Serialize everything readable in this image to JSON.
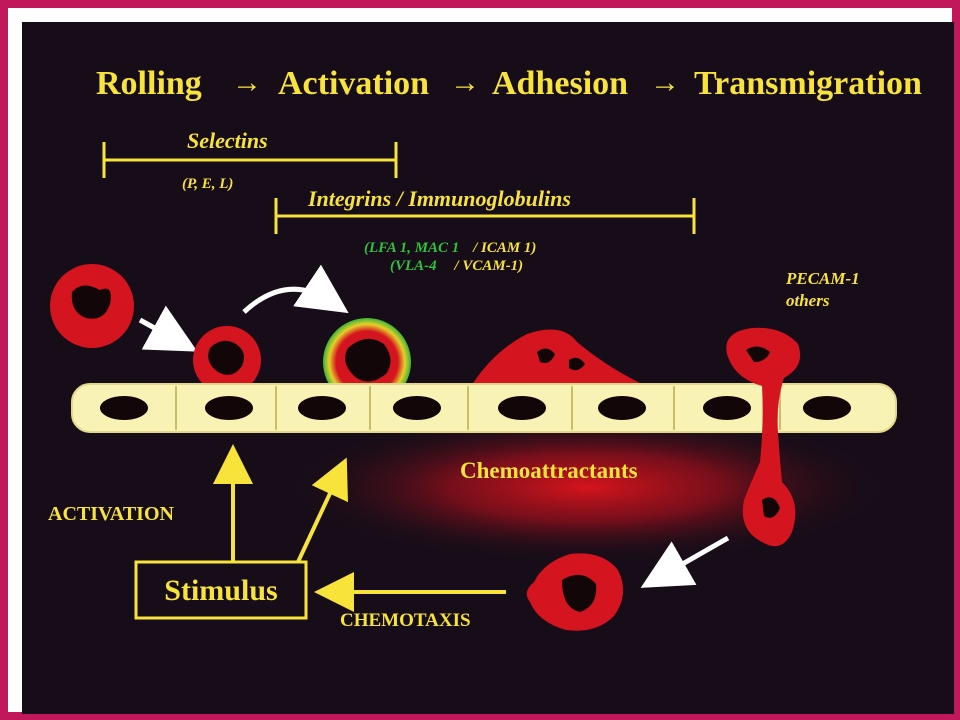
{
  "title": {
    "steps": [
      "Rolling",
      "Activation",
      "Adhesion",
      "Transmigration"
    ]
  },
  "selectins": {
    "label": "Selectins",
    "sub": "(P, E, L)"
  },
  "integrins": {
    "label": "Integrins / Immunoglobulins",
    "line1_green": "(LFA 1, MAC 1",
    "line1_yellow": "/ ICAM 1)",
    "line2_green": "(VLA-4",
    "line2_yellow": "/ VCAM-1)"
  },
  "pecam": {
    "line1": "PECAM-1",
    "line2": "others"
  },
  "labels": {
    "chemoattractants": "Chemoattractants",
    "activation": "ACTIVATION",
    "stimulus": "Stimulus",
    "chemotaxis": "CHEMOTAXIS"
  },
  "colors": {
    "text_yellow": "#f7e33a",
    "text_green": "#2fc23a",
    "cell_red": "#d4141e",
    "endothelium": "#f8f3b4",
    "border": "#c0185a",
    "background": "#170d18"
  }
}
